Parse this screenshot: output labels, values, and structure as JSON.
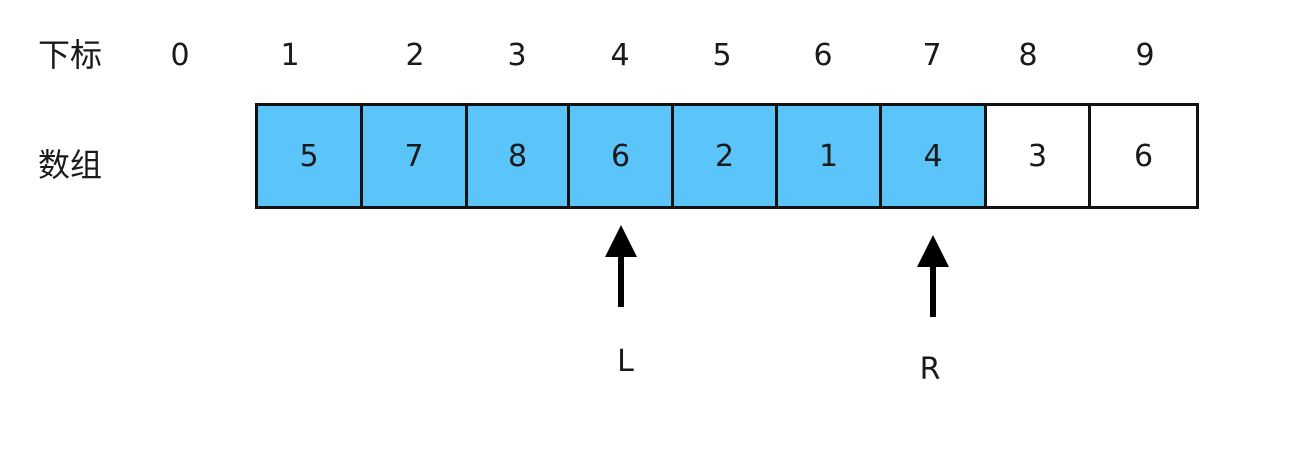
{
  "labels": {
    "index_row": "下标",
    "array_row": "数组"
  },
  "indices": [
    "0",
    "1",
    "2",
    "3",
    "4",
    "5",
    "6",
    "7",
    "8",
    "9"
  ],
  "cells": [
    {
      "value": "5",
      "highlighted": true
    },
    {
      "value": "7",
      "highlighted": true
    },
    {
      "value": "8",
      "highlighted": true
    },
    {
      "value": "6",
      "highlighted": true
    },
    {
      "value": "2",
      "highlighted": true
    },
    {
      "value": "1",
      "highlighted": true
    },
    {
      "value": "4",
      "highlighted": true
    },
    {
      "value": "3",
      "highlighted": false
    },
    {
      "value": "6",
      "highlighted": false
    }
  ],
  "pointers": [
    {
      "label": "L",
      "cell_index": 3
    },
    {
      "label": "R",
      "cell_index": 6
    }
  ],
  "colors": {
    "highlight": "#5bc4f9",
    "plain": "#ffffff",
    "border": "#111111",
    "arrow": "#000000"
  }
}
